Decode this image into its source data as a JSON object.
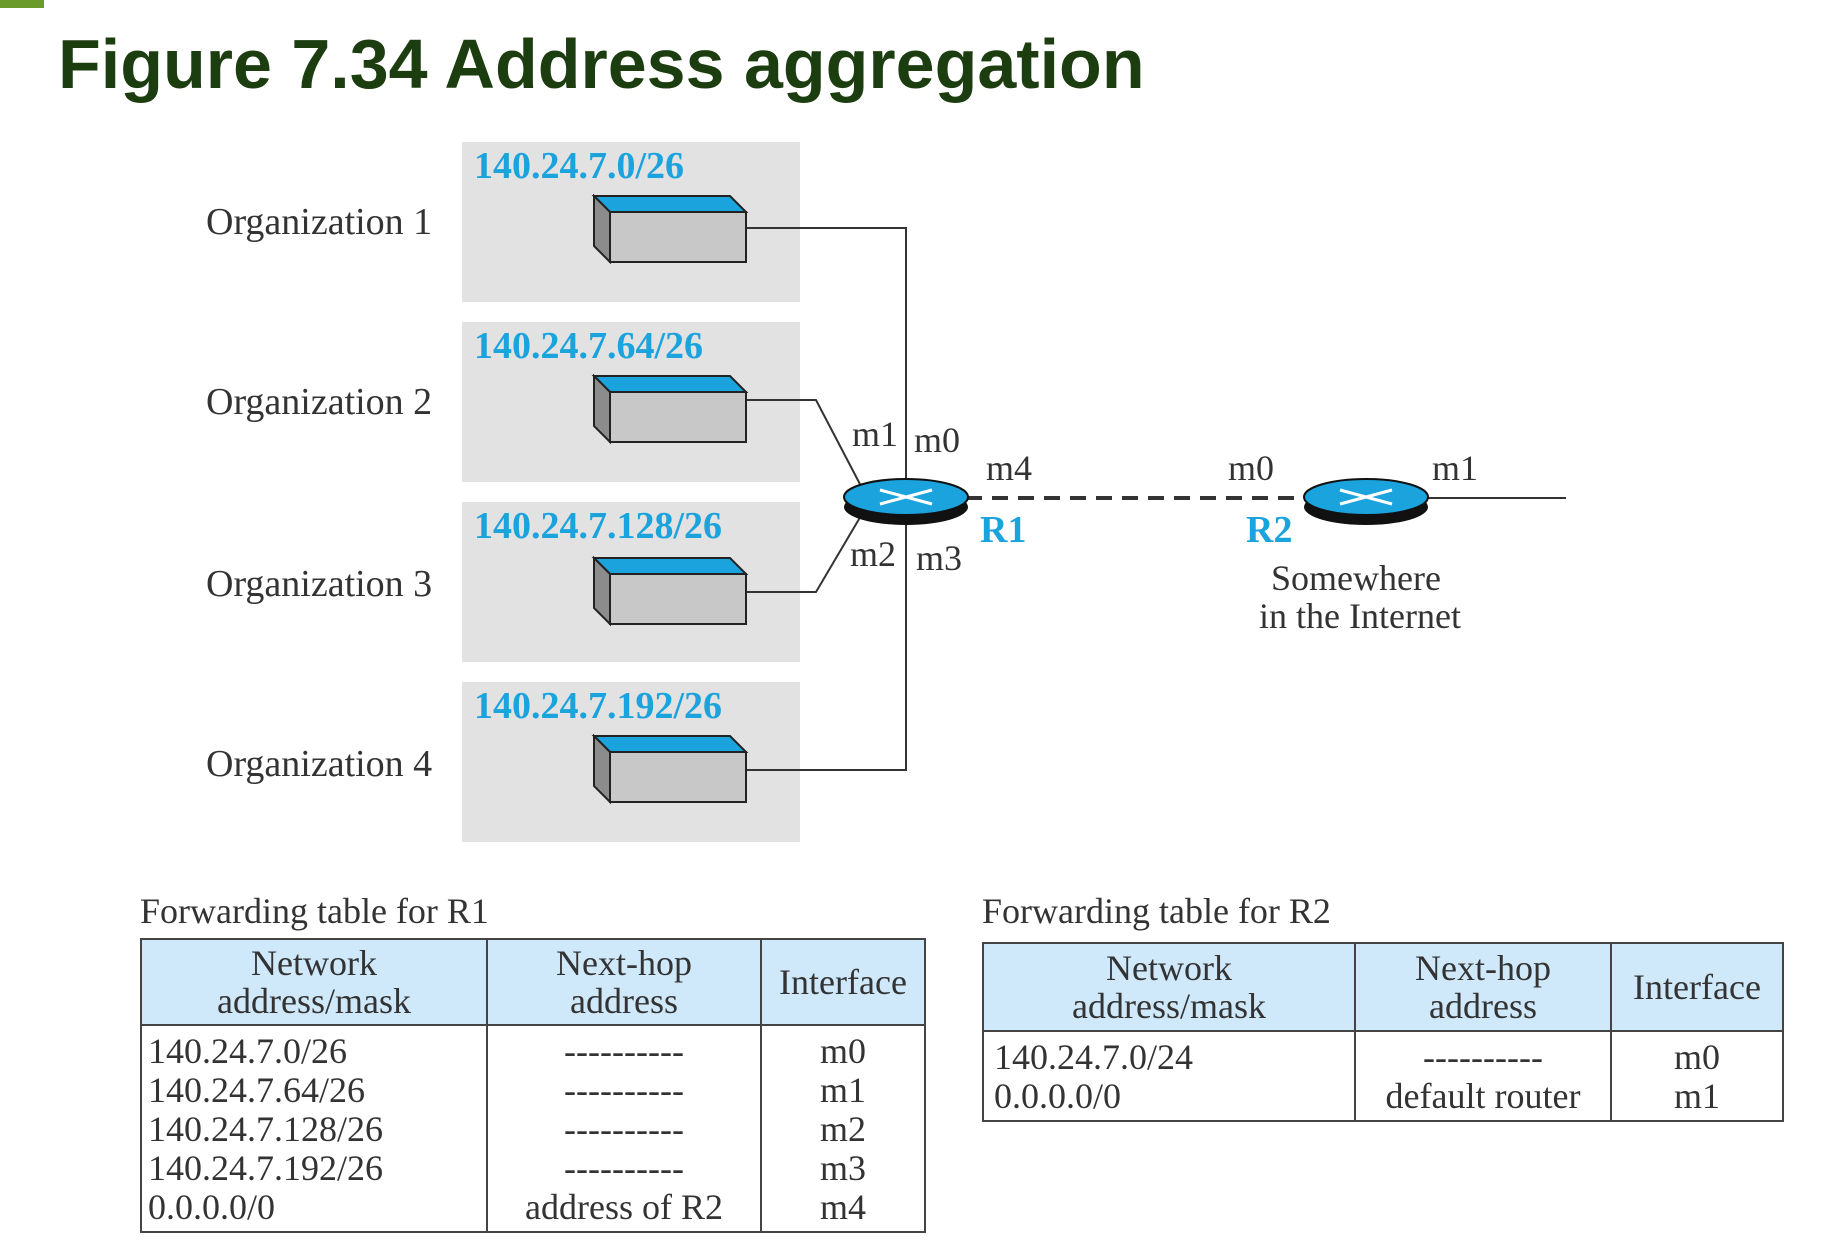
{
  "figure": {
    "title": "Figure 7.34 Address aggregation"
  },
  "organizations": [
    {
      "label": "Organization 1",
      "network": "140.24.7.0/26"
    },
    {
      "label": "Organization 2",
      "network": "140.24.7.64/26"
    },
    {
      "label": "Organization 3",
      "network": "140.24.7.128/26"
    },
    {
      "label": "Organization 4",
      "network": "140.24.7.192/26"
    }
  ],
  "r1": {
    "label": "R1",
    "interfaces": {
      "m0": "m0",
      "m1": "m1",
      "m2": "m2",
      "m3": "m3",
      "m4": "m4"
    }
  },
  "r2": {
    "label": "R2",
    "interfaces": {
      "m0": "m0",
      "m1": "m1"
    },
    "location_line1": "Somewhere",
    "location_line2": "in the Internet"
  },
  "colors": {
    "accent": "#1aa3dd",
    "box_bg": "#e2e2e2",
    "header_bg": "#cfe9fb",
    "title": "#1c3d10"
  },
  "table_r1": {
    "caption": "Forwarding table for R1",
    "headers": {
      "network_line1": "Network",
      "network_line2": "address/mask",
      "hop_line1": "Next-hop",
      "hop_line2": "address",
      "interface": "Interface"
    },
    "rows": [
      {
        "network": "140.24.7.0/26",
        "next_hop": "----------",
        "interface": "m0"
      },
      {
        "network": "140.24.7.64/26",
        "next_hop": "----------",
        "interface": "m1"
      },
      {
        "network": "140.24.7.128/26",
        "next_hop": "----------",
        "interface": "m2"
      },
      {
        "network": "140.24.7.192/26",
        "next_hop": "----------",
        "interface": "m3"
      },
      {
        "network": "0.0.0.0/0",
        "next_hop": "address of R2",
        "interface": "m4"
      }
    ]
  },
  "table_r2": {
    "caption": "Forwarding table for R2",
    "headers": {
      "network_line1": "Network",
      "network_line2": "address/mask",
      "hop_line1": "Next-hop",
      "hop_line2": "address",
      "interface": "Interface"
    },
    "rows": [
      {
        "network": "140.24.7.0/24",
        "next_hop": "----------",
        "interface": "m0"
      },
      {
        "network": "0.0.0.0/0",
        "next_hop": "default router",
        "interface": "m1"
      }
    ]
  }
}
